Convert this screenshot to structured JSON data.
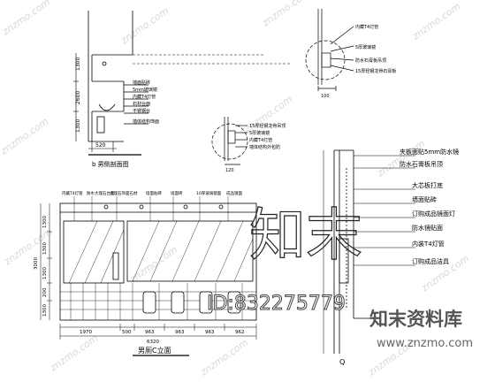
{
  "drawing": {
    "section_a_title": "b 男侧剖面图",
    "section_a_dims": [
      "1300",
      "2600",
      "1300",
      "520"
    ],
    "section_a_callouts": [
      "墙面贴砖",
      "5mm玻璃镜",
      "内藏T4灯管",
      "石材台面",
      "不锈钢台",
      "墙体结构饰面"
    ],
    "detail_top_notes": [
      "内藏T4灯管",
      "5厚玻璃镜",
      "防水石膏板吊顶",
      "15厚轻钢龙骨石膏板"
    ],
    "detail_top_dim": "100",
    "detail_mid_notes": [
      "15厚轻钢龙骨吊顶",
      "5厚玻璃镜",
      "内藏T4灯管",
      "墙体结构外包防"
    ],
    "detail_mid_dim": "120",
    "elevation_title": "男厕C立面",
    "elevation_callouts": [
      "内藏T4灯管",
      "防水大理石台面",
      "大理石饰面石材",
      "墙面贴砖",
      "墙面砖",
      "10厚玻璃镜面",
      "成品镜面"
    ],
    "elevation_vert_dims": [
      "1300",
      "1300",
      "3000",
      "1300",
      "200",
      "1300"
    ],
    "elevation_horiz_dims": [
      "1970",
      "500",
      "963",
      "963",
      "963",
      "962"
    ],
    "elevation_total": "6320",
    "right_callouts": [
      "夹板面贴5mm防水镜",
      "防水石膏板吊顶",
      "大芯板打底",
      "墙面贴砖",
      "订购成品镜面灯",
      "防水镜贴面",
      "内装T4灯管",
      "订购成品洁具"
    ],
    "right_label": "Q",
    "watermark_big": "知末",
    "watermark_id": "ID:832275779",
    "watermark_brand": "知末资料库",
    "watermark_url": "www.znzmo.com",
    "watermark_tile": "znzmo.com"
  }
}
